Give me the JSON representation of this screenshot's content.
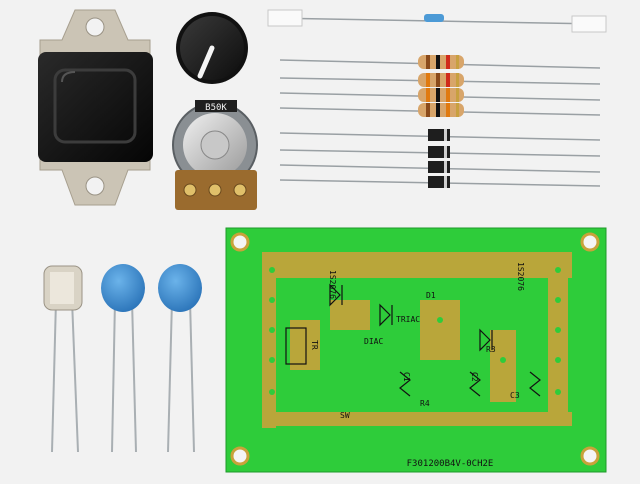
{
  "scene": {
    "background": "#f2f2f2",
    "colors": {
      "pcb_green": "#2ecc3a",
      "pcb_copper": "#c9a23a",
      "scr_body": "#141414",
      "scr_tab": "#c9c2b3",
      "knob": "#1b1b1b",
      "pot_body": "#9a6b2e",
      "resistor_body": "#d8a56a",
      "diode_body": "#1e1e1e",
      "ceramic_cap": "#3d8fd1",
      "film_cap": "#c9c3b4"
    }
  },
  "pot": {
    "marking": "B50K"
  },
  "pcb": {
    "bottom_marking": "F301200B4V-0CH2E",
    "labels": {
      "r1": "1S2076",
      "r2": "1S2076",
      "q1": "D1",
      "d2": "TRIAC",
      "diac": "DIAC",
      "r3": "R3",
      "tr": "TR",
      "sw": "SW",
      "ci": "C1",
      "r4": "R4",
      "c2": "C2",
      "c3": "C3"
    }
  }
}
